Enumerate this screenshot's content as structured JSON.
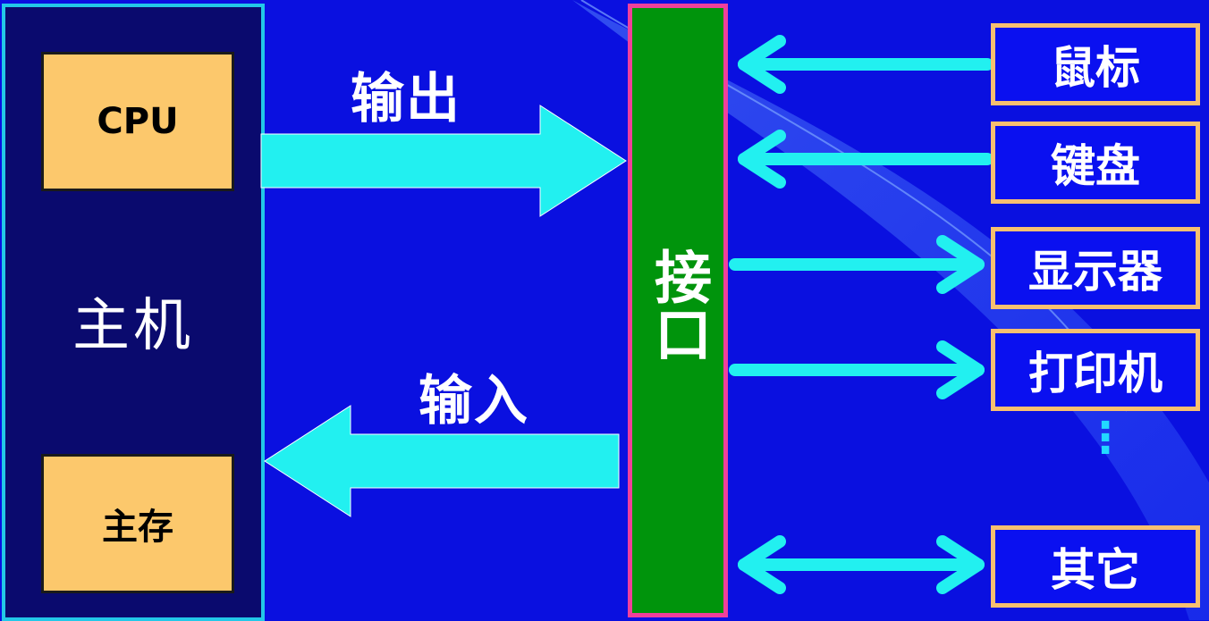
{
  "host": {
    "label": "主机",
    "cpu": "CPU",
    "memory": "主存"
  },
  "interface": {
    "label": "接口"
  },
  "flows": {
    "output": "输出",
    "input": "输入"
  },
  "devices": [
    {
      "label": "鼠标",
      "direction": "to-interface"
    },
    {
      "label": "键盘",
      "direction": "to-interface"
    },
    {
      "label": "显示器",
      "direction": "from-interface"
    },
    {
      "label": "打印机",
      "direction": "from-interface"
    },
    {
      "label": "其它",
      "direction": "bidirectional"
    }
  ],
  "ellipsis": "⋮",
  "colors": {
    "background": "#0a10e0",
    "host_fill": "#0a0a6e",
    "host_border": "#22c8e8",
    "chip_fill": "#fcc86c",
    "interface_fill": "#00940c",
    "interface_border": "#f0409c",
    "arrow": "#22f0f0",
    "device_border": "#f8c070"
  }
}
